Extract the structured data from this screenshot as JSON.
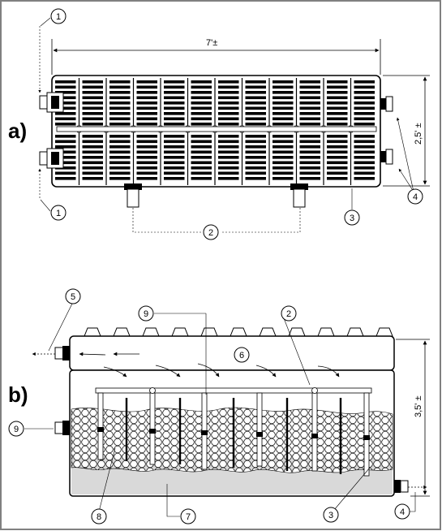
{
  "panel_a": {
    "label": "a)",
    "width_dim": "7'±",
    "height_dim": "2,5' ±",
    "callouts": {
      "c1_top": "1",
      "c1_bottom": "1",
      "c2": "2",
      "c3": "3",
      "c4": "4"
    }
  },
  "panel_b": {
    "label": "b)",
    "height_dim": "3,5' ±",
    "callouts": {
      "c5": "5",
      "c9_top": "9",
      "c2": "2",
      "c6": "6",
      "c9_left": "9",
      "c8": "8",
      "c7": "7",
      "c3": "3",
      "c4": "4"
    }
  },
  "colors": {
    "frame": "#808080",
    "ink": "#000000",
    "sediment": "#d9d9d9",
    "fill": "#ffffff"
  }
}
